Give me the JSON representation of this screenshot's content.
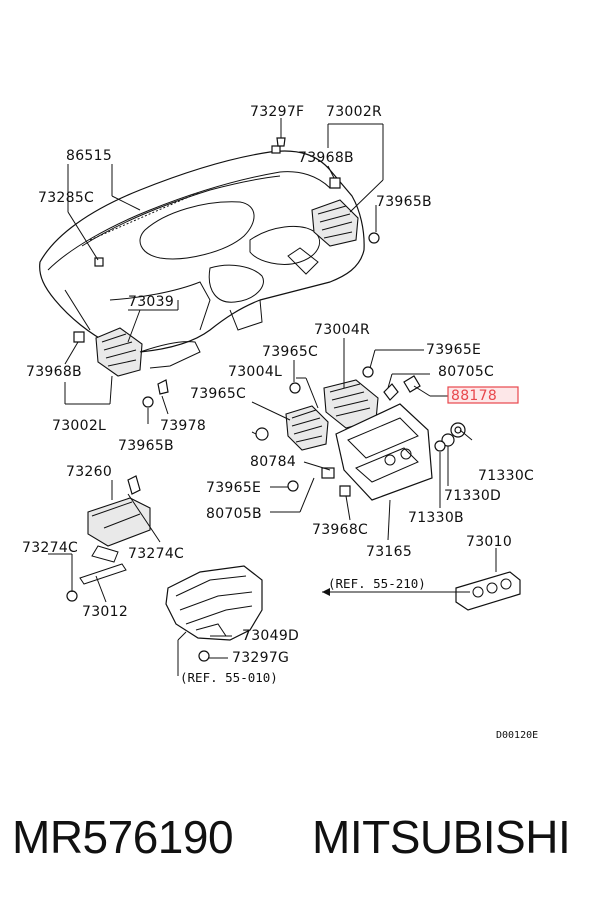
{
  "diagram": {
    "labels": {
      "l73297F": "73297F",
      "l73002R": "73002R",
      "l86515": "86515",
      "l73968B_top": "73968B",
      "l73285C": "73285C",
      "l73965B_top": "73965B",
      "l73039": "73039",
      "l73004R": "73004R",
      "l73965C_a": "73965C",
      "l73965E_top": "73965E",
      "l73968B_left": "73968B",
      "l73004L": "73004L",
      "l80705C_top": "80705C",
      "l88178": "88178",
      "l73965C_b": "73965C",
      "l73002L": "73002L",
      "l73978": "73978",
      "l73965B_bot": "73965B",
      "l80784": "80784",
      "l73260": "73260",
      "l71330C": "71330C",
      "l73965E_bot": "73965E",
      "l71330D": "71330D",
      "l80705B": "80705B",
      "l71330B": "71330B",
      "l73968C": "73968C",
      "l73274C_left": "73274C",
      "l73274C_right": "73274C",
      "l73165": "73165",
      "l73010": "73010",
      "l73012": "73012",
      "l73049D": "73049D",
      "l73297G": "73297G"
    },
    "refs": {
      "ref_55_210": "(REF. 55-210)",
      "ref_55_010": "(REF. 55-010)"
    },
    "highlight_color": "#e8474c",
    "diagram_code": "D00120E"
  },
  "footer": {
    "part_number": "MR576190",
    "brand": "MITSUBISHI"
  }
}
